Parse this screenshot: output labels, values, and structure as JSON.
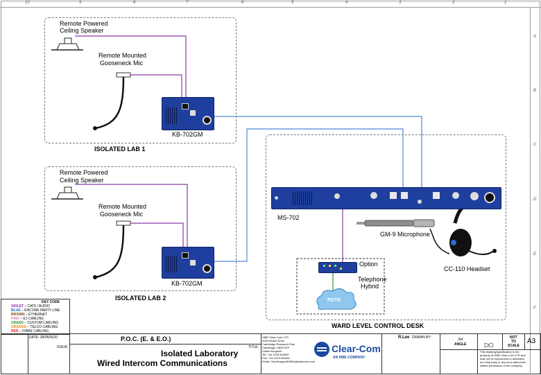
{
  "rulers": {
    "top": [
      "10",
      "9",
      "8",
      "7",
      "6",
      "5",
      "4",
      "3",
      "2",
      "1"
    ],
    "side": [
      "A",
      "B",
      "C",
      "D",
      "E",
      "F"
    ]
  },
  "zones": {
    "lab1": "ISOLATED LAB 1",
    "lab2": "ISOLATED LAB 2",
    "desk": "WARD LEVEL CONTROL DESK"
  },
  "devices": {
    "speaker1_label": [
      "Remote Powered",
      "Ceiling Speaker"
    ],
    "mic1_label": [
      "Remote Mounted",
      "Gooseneck Mic"
    ],
    "kb1": "KB-702GM",
    "speaker2_label": [
      "Remote Powered",
      "Ceiling Speaker"
    ],
    "mic2_label": [
      "Remote Mounted",
      "Gooseneck Mic"
    ],
    "kb2": "KB-702GM",
    "ms702": "MS-702",
    "gm9": "GM-9 Microphone",
    "cc110": "CC-110 Headset",
    "option": "Option",
    "hybrid": [
      "Telephone",
      "Hybrid"
    ],
    "pots": "POTS"
  },
  "key": {
    "title": "KEY CODE",
    "rows": [
      {
        "color": "VIOLET",
        "text": " – CAT5 / AUDIO",
        "hex": "#8b1fa8"
      },
      {
        "color": "BLUE",
        "text": " – ENCORE PARTY LINE",
        "hex": "#1f5fd1"
      },
      {
        "color": "BROWN",
        "text": " – ETHERNET",
        "hex": "#7a4a1e"
      },
      {
        "color": "PINK",
        "text": " – E1 CABLING",
        "hex": "#e078b4"
      },
      {
        "color": "GREEN",
        "text": " – CUSTOM CABLING",
        "hex": "#1e9a2e"
      },
      {
        "color": "ORANGE",
        "text": " – TELCO CABLING",
        "hex": "#e48a12"
      },
      {
        "color": "RED",
        "text": " – FIBRE CABLING",
        "hex": "#d41b1b"
      }
    ]
  },
  "colors": {
    "violet": "#8b3aa8",
    "blue": "#4d87d6",
    "green": "#2c9a3a",
    "device": "#1f3f9e",
    "brand": "#1a4aa0"
  },
  "title_block": {
    "date_label": "DATE: 28/05/2020",
    "issue_label": "ISSUE:",
    "poc": "P.O.C. (E. & E.O.)",
    "title_label": "TITLE:",
    "title_line1": "Isolated Laboratory",
    "title_line2": "Wired Intercom Communications",
    "drawn_by": "DRAWN BY:",
    "drawn_name": "R.Lee",
    "angle": [
      "3rd",
      "ANGLE"
    ],
    "scale": [
      "NOT",
      "TO",
      "SCALE"
    ],
    "size": "A3",
    "address": [
      "HME Clear-Com LTD.",
      "2000 Beach Drive",
      "Cambridge Research Park",
      "Cambridge CB25 9TP",
      "United Kingdom",
      "Tel: +44 1223 815000",
      "Fax: +44 1223 815001",
      "Email: ClearSupportEMEA@clearcom.com"
    ],
    "brand": "Clear-Com",
    "brand_sub": "AN HME COMPANY",
    "notice": [
      "This drawing/specification is the",
      "property of HME Clear-Com LTD and",
      "may not be reproduced or disclosed,",
      "as a trial party in any form without the",
      "written permission of the company"
    ]
  }
}
